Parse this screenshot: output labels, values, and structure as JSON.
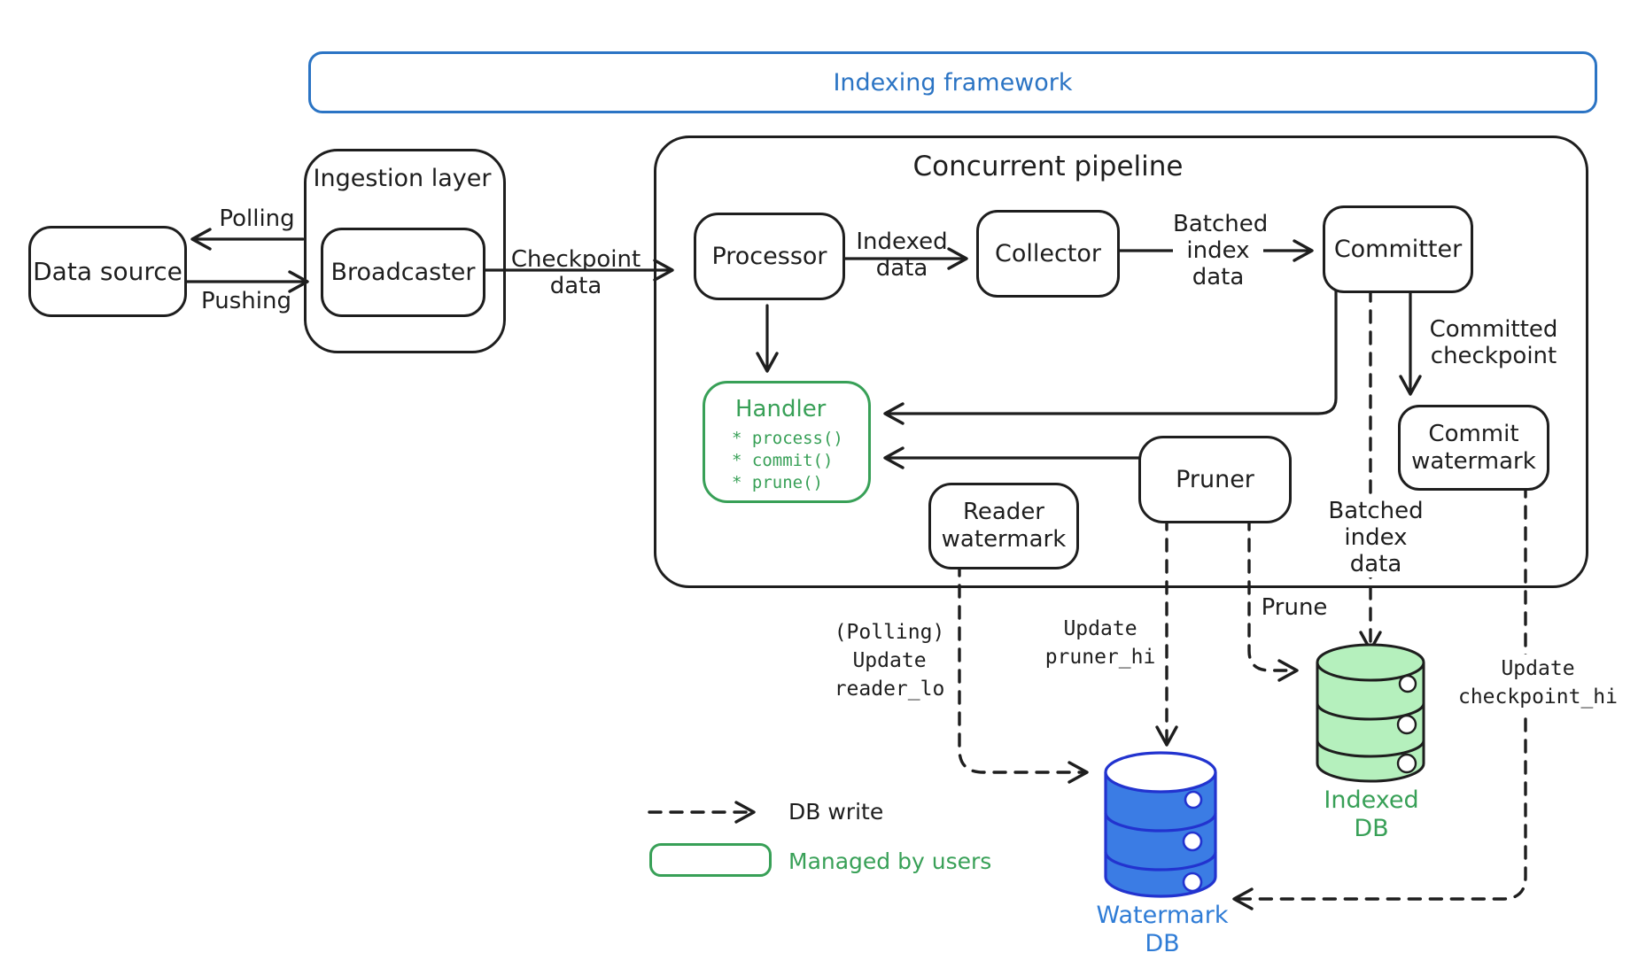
{
  "framework": {
    "title": "Indexing framework"
  },
  "data_source": {
    "label": "Data source"
  },
  "ingestion": {
    "title": "Ingestion layer",
    "broadcaster": "Broadcaster"
  },
  "pipeline": {
    "title": "Concurrent pipeline",
    "processor": "Processor",
    "collector": "Collector",
    "committer": "Committer",
    "pruner": "Pruner",
    "reader_watermark": "Reader watermark",
    "commit_watermark": "Commit watermark",
    "handler": {
      "title": "Handler",
      "methods": [
        "* process()",
        "* commit()",
        "* prune()"
      ]
    }
  },
  "edges": {
    "polling": "Polling",
    "pushing": "Pushing",
    "checkpoint_data": "Checkpoint data",
    "indexed_data": "Indexed data",
    "batched_index_data": "Batched index data",
    "committed_checkpoint": "Committed checkpoint",
    "batched_index_data_db": "Batched index data",
    "prune": "Prune",
    "update_reader_lo": "(Polling) Update reader_lo",
    "update_pruner_hi": "Update pruner_hi",
    "update_checkpoint_hi": "Update checkpoint_hi"
  },
  "databases": {
    "watermark_db": "Watermark DB",
    "indexed_db": "Indexed DB"
  },
  "legend": {
    "db_write": "DB write",
    "managed_by_users": "Managed by users"
  },
  "colors": {
    "ink": "#1e1e1e",
    "framework_blue": "#2b74c4",
    "user_green": "#38a057",
    "watermark_db_fill": "#3b7ce4",
    "watermark_db_stroke": "#2233cf",
    "watermark_db_label": "#2f7cd6",
    "indexed_db_fill": "#b5f0bd",
    "background": "#ffffff"
  }
}
